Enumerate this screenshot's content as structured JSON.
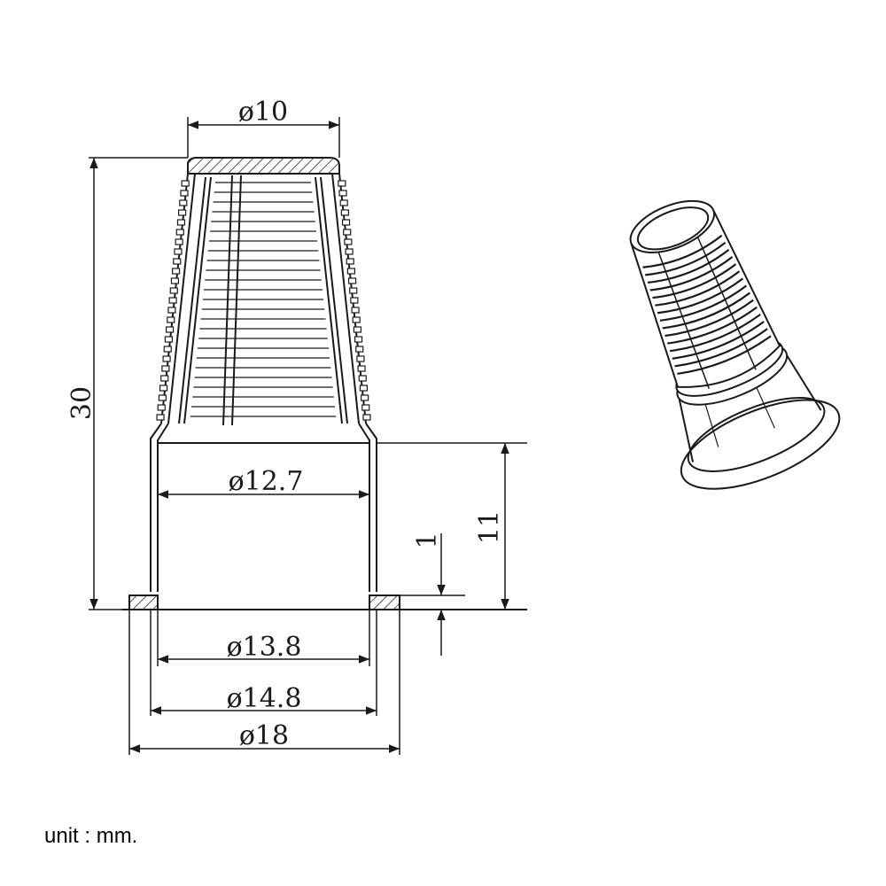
{
  "dimensions": {
    "top_diameter": "ø10",
    "height_total": "30",
    "inner_diameter_upper": "ø12.7",
    "base_height": "11",
    "flange_thickness": "1",
    "inner_diameter_base": "ø13.8",
    "outer_diameter_base": "ø14.8",
    "flange_diameter": "ø18"
  },
  "unit_note": "unit : mm.",
  "colors": {
    "line": "#1a1a1a",
    "hatch": "#1a1a1a",
    "background": "#ffffff"
  }
}
